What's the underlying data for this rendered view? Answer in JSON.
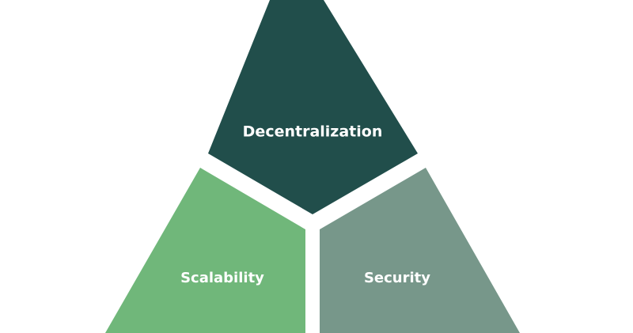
{
  "diagram": {
    "segments": [
      {
        "id": "decentralization",
        "label": "Decentralization",
        "color": "#214e4b"
      },
      {
        "id": "scalability",
        "label": "Scalability",
        "color": "#70b77a"
      },
      {
        "id": "security",
        "label": "Security",
        "color": "#77978a"
      }
    ]
  }
}
